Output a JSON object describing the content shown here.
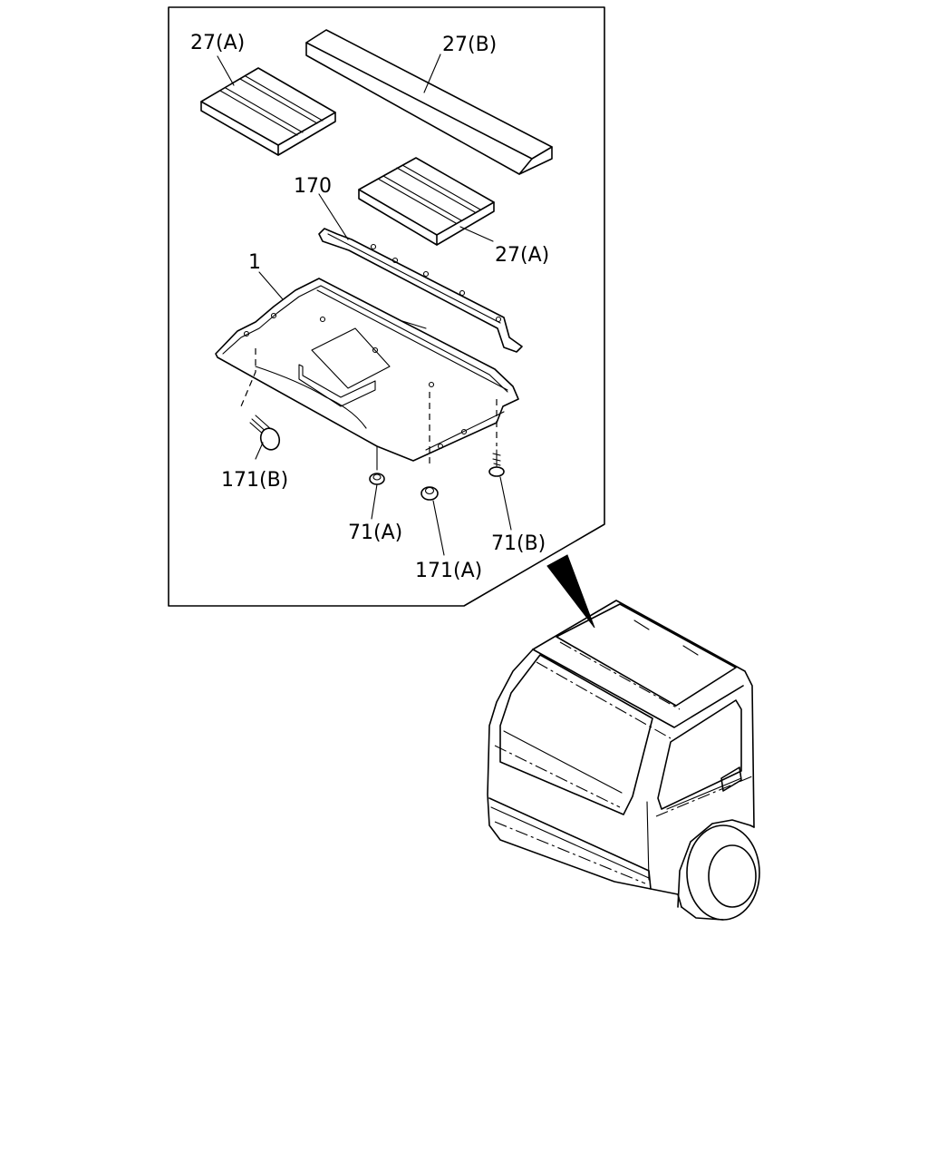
{
  "labels": {
    "pad_a_top": "27(A)",
    "strip_b": "27(B)",
    "rail": "170",
    "pad_a_mid": "27(A)",
    "headliner": "1",
    "clip_b": "171(B)",
    "nut_a": "71(A)",
    "clip_a": "171(A)",
    "screw_b": "71(B)"
  }
}
